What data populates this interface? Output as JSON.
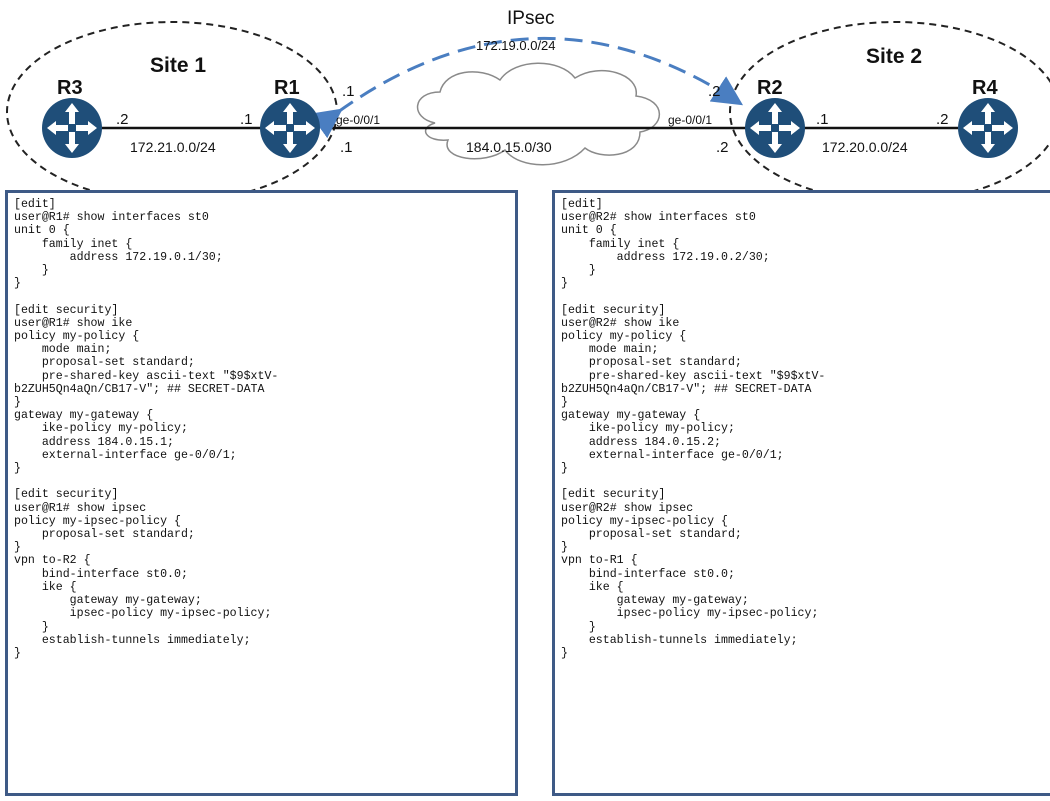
{
  "diagram": {
    "ipsec_label": "IPsec",
    "ipsec_network": "172.19.0.0/24",
    "site1_label": "Site 1",
    "site2_label": "Site 2",
    "routers": {
      "r1": "R1",
      "r2": "R2",
      "r3": "R3",
      "r4": "R4"
    },
    "links": {
      "r3_r1": {
        "subnet": "172.21.0.0/24",
        "r3_side": ".2",
        "r1_side": ".1"
      },
      "r1_r2": {
        "subnet": "184.0.15.0/30",
        "r1_interface": "ge-0/0/1",
        "r2_interface": "ge-0/0/1",
        "r1_side": ".1",
        "r2_side": ".2"
      },
      "r2_r4": {
        "subnet": "172.20.0.0/24",
        "r2_side": ".1",
        "r4_side": ".2"
      }
    },
    "tunnel_ends": {
      "r1": ".1",
      "r2": ".2"
    },
    "colors": {
      "router_fill": "#1f4e79",
      "ipsec_arrow": "#4a7ec1",
      "site_boundary": "#222222",
      "panel_border": "#3e5a86",
      "cloud_outline": "#8a8a8a"
    }
  },
  "panels": {
    "r1": [
      "[edit]",
      "user@R1# show interfaces st0",
      "unit 0 {",
      "    family inet {",
      "        address 172.19.0.1/30;",
      "    }",
      "}",
      "",
      "[edit security]",
      "user@R1# show ike",
      "policy my-policy {",
      "    mode main;",
      "    proposal-set standard;",
      "    pre-shared-key ascii-text \"$9$xtV-",
      "b2ZUH5Qn4aQn/CB17-V\"; ## SECRET-DATA",
      "}",
      "gateway my-gateway {",
      "    ike-policy my-policy;",
      "    address 184.0.15.1;",
      "    external-interface ge-0/0/1;",
      "}",
      "",
      "[edit security]",
      "user@R1# show ipsec",
      "policy my-ipsec-policy {",
      "    proposal-set standard;",
      "}",
      "vpn to-R2 {",
      "    bind-interface st0.0;",
      "    ike {",
      "        gateway my-gateway;",
      "        ipsec-policy my-ipsec-policy;",
      "    }",
      "    establish-tunnels immediately;",
      "}"
    ],
    "r2": [
      "[edit]",
      "user@R2# show interfaces st0",
      "unit 0 {",
      "    family inet {",
      "        address 172.19.0.2/30;",
      "    }",
      "}",
      "",
      "[edit security]",
      "user@R2# show ike",
      "policy my-policy {",
      "    mode main;",
      "    proposal-set standard;",
      "    pre-shared-key ascii-text \"$9$xtV-",
      "b2ZUH5Qn4aQn/CB17-V\"; ## SECRET-DATA",
      "}",
      "gateway my-gateway {",
      "    ike-policy my-policy;",
      "    address 184.0.15.2;",
      "    external-interface ge-0/0/1;",
      "}",
      "",
      "[edit security]",
      "user@R2# show ipsec",
      "policy my-ipsec-policy {",
      "    proposal-set standard;",
      "}",
      "vpn to-R1 {",
      "    bind-interface st0.0;",
      "    ike {",
      "        gateway my-gateway;",
      "        ipsec-policy my-ipsec-policy;",
      "    }",
      "    establish-tunnels immediately;",
      "}"
    ]
  }
}
